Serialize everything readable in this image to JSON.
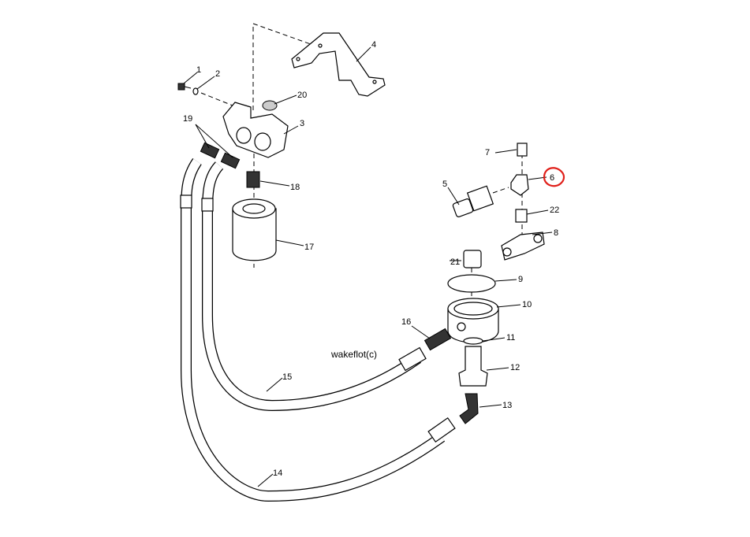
{
  "diagram": {
    "caption": "wakeflot(c)",
    "highlight_color": "#e0201a",
    "highlighted_callout": "6",
    "callouts": {
      "c1": "1",
      "c2": "2",
      "c3": "3",
      "c4": "4",
      "c5": "5",
      "c6": "6",
      "c7": "7",
      "c8": "8",
      "c9": "9",
      "c10": "10",
      "c11": "11",
      "c12": "12",
      "c13": "13",
      "c14": "14",
      "c15": "15",
      "c16": "16",
      "c17": "17",
      "c18": "18",
      "c19": "19",
      "c20": "20",
      "c21": "21",
      "c22": "22"
    }
  }
}
